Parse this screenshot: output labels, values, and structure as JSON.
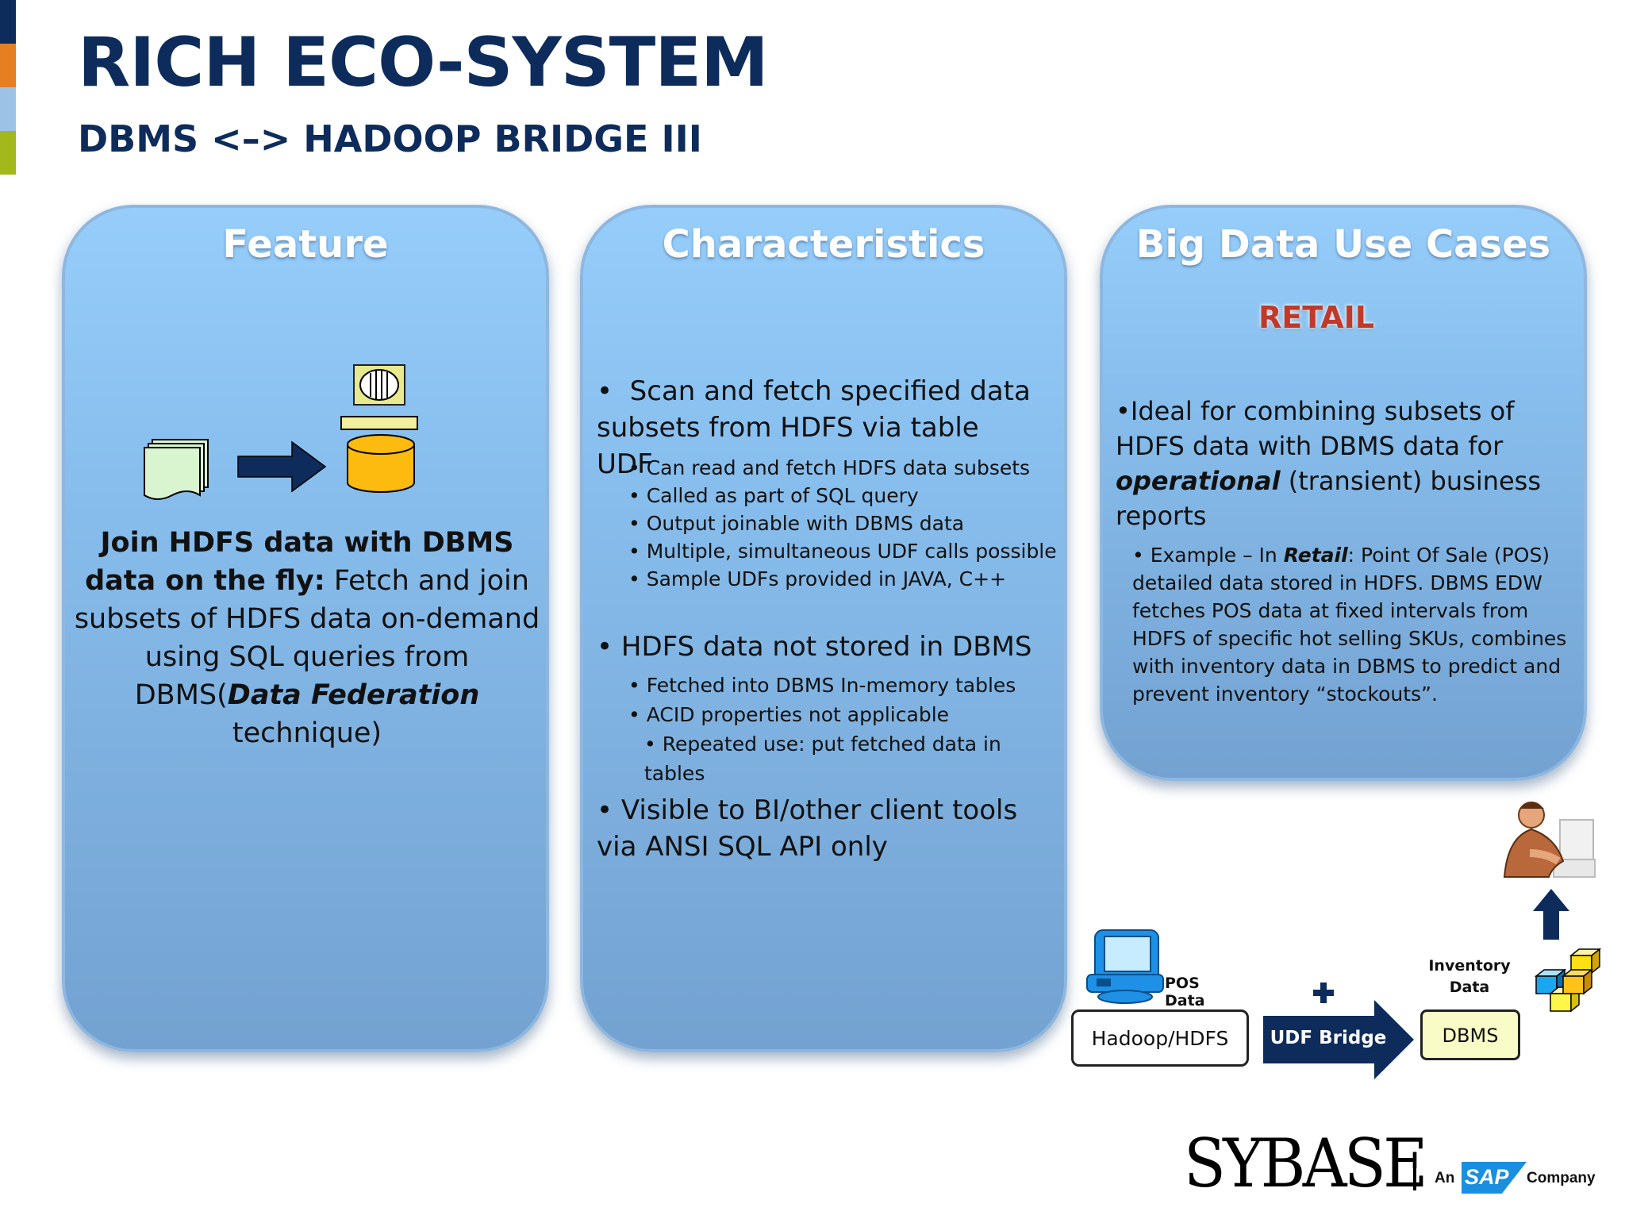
{
  "title": "RICH ECO-SYSTEM",
  "subtitle": "DBMS <–> HADOOP BRIDGE III",
  "colors": {
    "navy": "#0d2c5b",
    "panel_top": "#96cdfa",
    "panel_bottom": "#73a2d1",
    "retail": "#c0392b"
  },
  "feature": {
    "heading": "Feature",
    "lead_bold": "Join HDFS data with DBMS data on the fly:",
    "text_a": " Fetch and join subsets of HDFS data on-demand using SQL queries from DBMS(",
    "text_b_bold_italic": "Data Federation",
    "text_c": " technique)"
  },
  "characteristics": {
    "heading": "Characteristics",
    "b1": "Scan and fetch specified data subsets from HDFS via table UDF",
    "b1_subs": [
      "Can read and fetch HDFS data subsets",
      "Called as part of SQL query",
      "Output joinable with DBMS data",
      "Multiple, simultaneous UDF calls possible",
      "Sample UDFs provided in JAVA, C++"
    ],
    "b2": "HDFS data not stored in DBMS",
    "b2_subs": [
      "Fetched into DBMS In-memory tables",
      "ACID properties not applicable"
    ],
    "b2_subsub": "Repeated use: put fetched data in tables",
    "b3": "Visible to BI/other client tools via ANSI SQL API only"
  },
  "use_cases": {
    "heading": "Big Data Use Cases",
    "retail_label": "RETAIL",
    "b1_a": "Ideal for combining subsets of HDFS data with DBMS data for ",
    "b1_bold_italic": "operational",
    "b1_c": " (transient) business reports",
    "ex_a": "Example –  In ",
    "ex_bold_italic": "Retail",
    "ex_c": ": Point Of Sale (POS) detailed data stored in HDFS. DBMS EDW fetches POS data at fixed intervals from HDFS of specific hot selling SKUs, combines with inventory data in DBMS to predict and prevent inventory “stockouts”."
  },
  "diagram": {
    "pos_data": "POS Data",
    "hadoop_hdfs": "Hadoop/HDFS",
    "udf_bridge": "UDF Bridge",
    "inventory_line1": "Inventory",
    "inventory_line2": "Data",
    "dbms": "DBMS"
  },
  "footer": {
    "brand": "SYBASE",
    "an": "An",
    "sap": "SAP",
    "company": "Company"
  }
}
